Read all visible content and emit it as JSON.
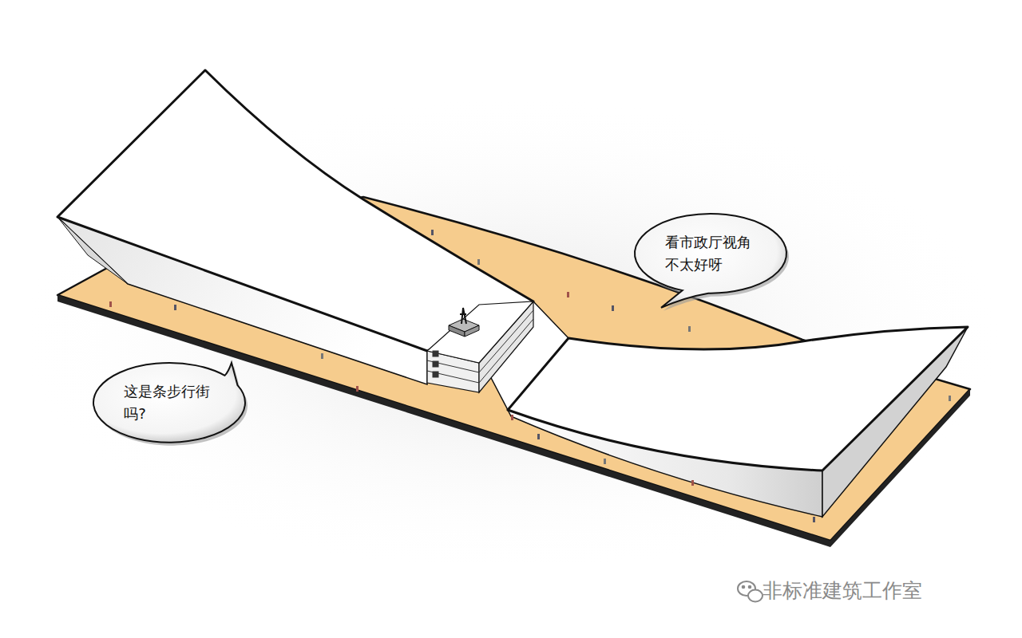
{
  "diagram": {
    "nodes": [
      {
        "text": [
          "看市政厅视角 不太好呀"
        ]
      },
      {
        "text": [
          "这是条步行街 吗?"
        ]
      }
    ],
    "labels": [
      "非标准建筑工作室"
    ]
  }
}
